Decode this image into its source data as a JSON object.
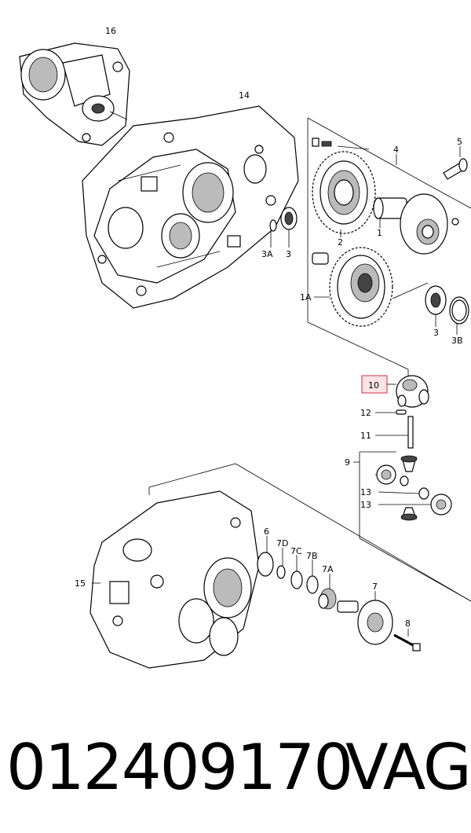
{
  "labels": {
    "l16": "16",
    "l14": "14",
    "l4": "4",
    "l5": "5",
    "l2": "2",
    "l1": "1",
    "l3a": "3A",
    "l3": "3",
    "l1a": "1A",
    "l3r": "3",
    "l3b": "3B",
    "l10": "10",
    "l12": "12",
    "l11": "11",
    "l9": "9",
    "l13a": "13",
    "l13b": "13",
    "l15": "15",
    "l6": "6",
    "l7d": "7D",
    "l7c": "7C",
    "l7b": "7B",
    "l7a": "7A",
    "l7": "7",
    "l8": "8"
  },
  "footer": {
    "part_number": "012409170",
    "brand": "VAG"
  },
  "colors": {
    "highlight_border": "#d03040",
    "highlight_fill": "#fbe3e6"
  }
}
